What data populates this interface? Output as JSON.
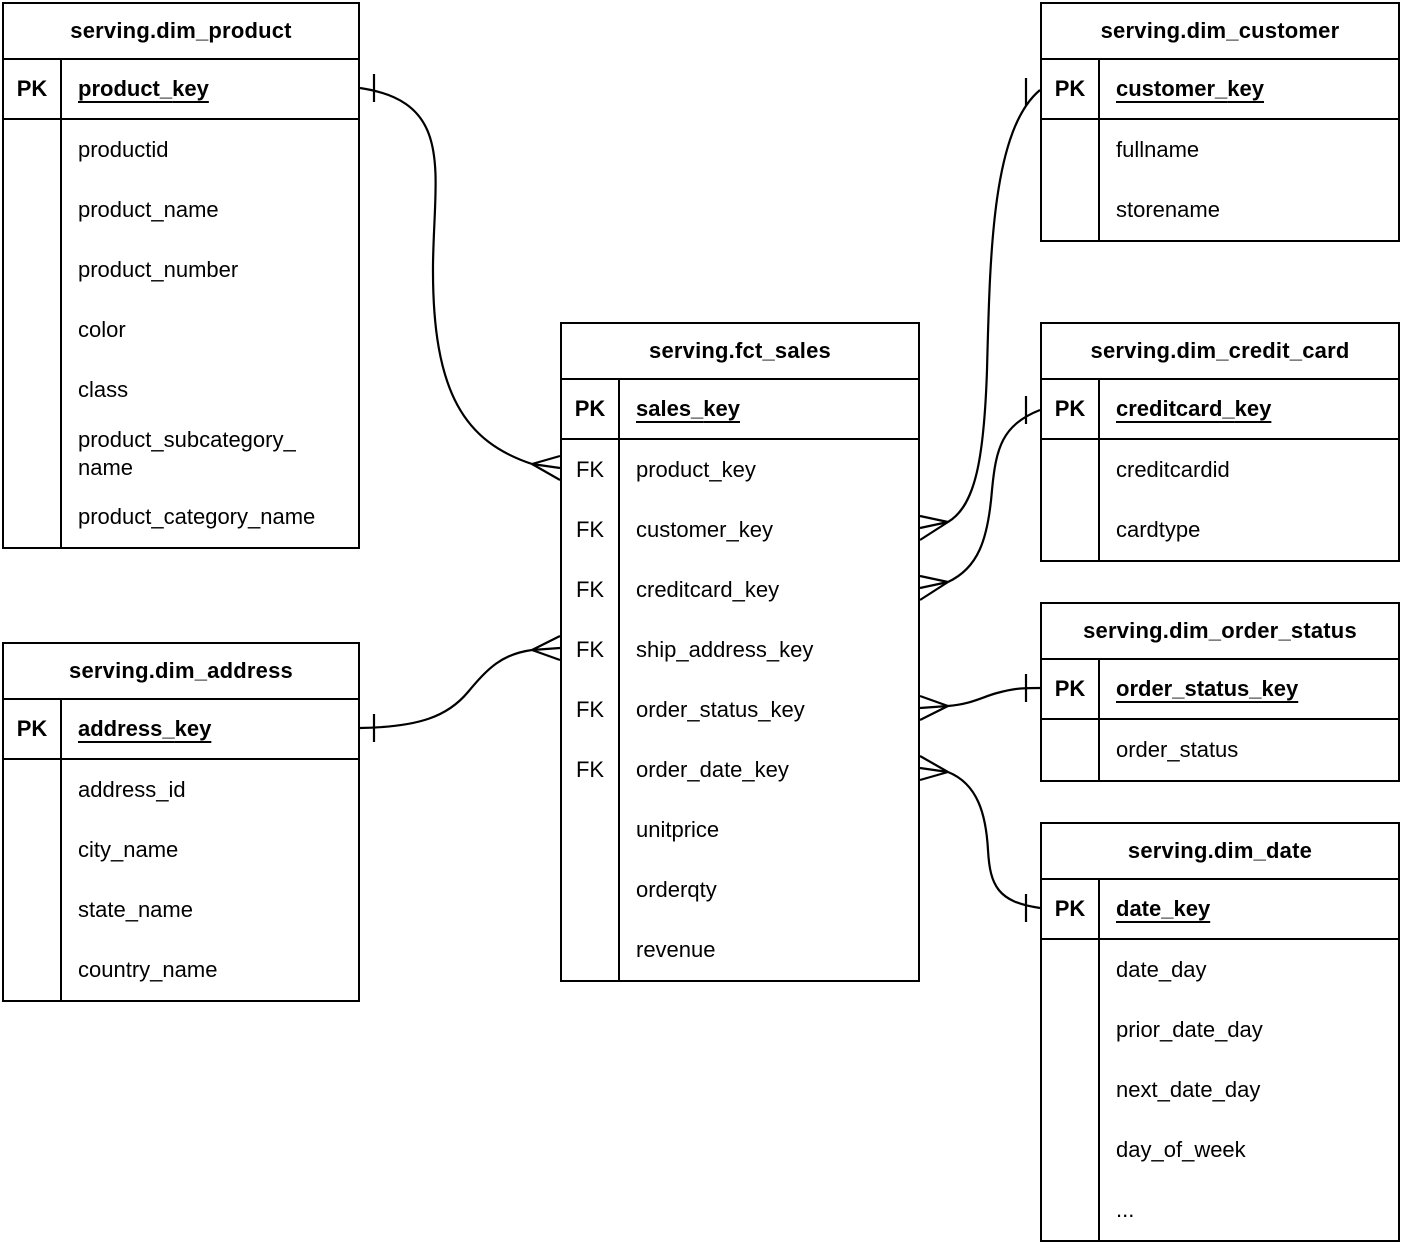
{
  "diagram": {
    "background": "#ffffff",
    "line_color": "#000000",
    "notation": "crow-foot",
    "tables": [
      {
        "id": "dim_product",
        "title": "serving.dim_product",
        "rows": [
          {
            "badge": "PK",
            "label": "product_key",
            "is_pk": true
          },
          {
            "badge": "",
            "label": "productid"
          },
          {
            "badge": "",
            "label": "product_name"
          },
          {
            "badge": "",
            "label": "product_number"
          },
          {
            "badge": "",
            "label": "color"
          },
          {
            "badge": "",
            "label": "class"
          },
          {
            "badge": "",
            "label": "product_subcategory_name"
          },
          {
            "badge": "",
            "label": "product_category_name"
          }
        ]
      },
      {
        "id": "dim_customer",
        "title": "serving.dim_customer",
        "rows": [
          {
            "badge": "PK",
            "label": "customer_key",
            "is_pk": true
          },
          {
            "badge": "",
            "label": "fullname"
          },
          {
            "badge": "",
            "label": "storename"
          }
        ]
      },
      {
        "id": "fct_sales",
        "title": "serving.fct_sales",
        "rows": [
          {
            "badge": "PK",
            "label": "sales_key",
            "is_pk": true
          },
          {
            "badge": "FK",
            "label": "product_key"
          },
          {
            "badge": "FK",
            "label": "customer_key"
          },
          {
            "badge": "FK",
            "label": "creditcard_key"
          },
          {
            "badge": "FK",
            "label": "ship_address_key"
          },
          {
            "badge": "FK",
            "label": "order_status_key"
          },
          {
            "badge": "FK",
            "label": "order_date_key"
          },
          {
            "badge": "",
            "label": "unitprice"
          },
          {
            "badge": "",
            "label": "orderqty"
          },
          {
            "badge": "",
            "label": "revenue"
          }
        ]
      },
      {
        "id": "dim_credit_card",
        "title": "serving.dim_credit_card",
        "rows": [
          {
            "badge": "PK",
            "label": "creditcard_key",
            "is_pk": true
          },
          {
            "badge": "",
            "label": "creditcardid"
          },
          {
            "badge": "",
            "label": "cardtype"
          }
        ]
      },
      {
        "id": "dim_order_status",
        "title": "serving.dim_order_status",
        "rows": [
          {
            "badge": "PK",
            "label": "order_status_key",
            "is_pk": true
          },
          {
            "badge": "",
            "label": "order_status"
          }
        ]
      },
      {
        "id": "dim_date",
        "title": "serving.dim_date",
        "rows": [
          {
            "badge": "PK",
            "label": "date_key",
            "is_pk": true
          },
          {
            "badge": "",
            "label": "date_day"
          },
          {
            "badge": "",
            "label": "prior_date_day"
          },
          {
            "badge": "",
            "label": "next_date_day"
          },
          {
            "badge": "",
            "label": "day_of_week"
          },
          {
            "badge": "",
            "label": "..."
          }
        ]
      },
      {
        "id": "dim_address",
        "title": "serving.dim_address",
        "rows": [
          {
            "badge": "PK",
            "label": "address_key",
            "is_pk": true
          },
          {
            "badge": "",
            "label": "address_id"
          },
          {
            "badge": "",
            "label": "city_name"
          },
          {
            "badge": "",
            "label": "state_name"
          },
          {
            "badge": "",
            "label": "country_name"
          }
        ]
      }
    ],
    "relationships": [
      {
        "id": "product",
        "one": "serving.dim_product.product_key",
        "many": "serving.fct_sales.product_key",
        "type": "one-to-many"
      },
      {
        "id": "ship_address",
        "one": "serving.dim_address.address_key",
        "many": "serving.fct_sales.ship_address_key",
        "type": "one-to-many"
      },
      {
        "id": "customer",
        "one": "serving.dim_customer.customer_key",
        "many": "serving.fct_sales.customer_key",
        "type": "one-to-many"
      },
      {
        "id": "creditcard",
        "one": "serving.dim_credit_card.creditcard_key",
        "many": "serving.fct_sales.creditcard_key",
        "type": "one-to-many"
      },
      {
        "id": "order_status",
        "one": "serving.dim_order_status.order_status_key",
        "many": "serving.fct_sales.order_status_key",
        "type": "one-to-many"
      },
      {
        "id": "order_date",
        "one": "serving.dim_date.date_key",
        "many": "serving.fct_sales.order_date_key",
        "type": "one-to-many"
      }
    ]
  }
}
